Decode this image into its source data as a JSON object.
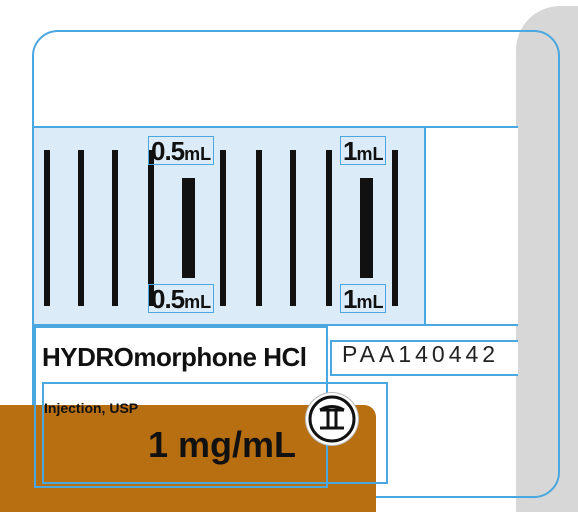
{
  "scale": {
    "left_top_label": {
      "value": "0.5",
      "unit": "mL"
    },
    "left_bottom_label": {
      "value": "0.5",
      "unit": "mL"
    },
    "right_top_label": {
      "value": "1",
      "unit": "mL"
    },
    "right_bottom_label": {
      "value": "1",
      "unit": "mL"
    }
  },
  "label": {
    "drug_name": "HYDROmorphone HCl",
    "dosage_form": "Injection, USP",
    "concentration": "1 mg/mL",
    "lot_code": "PAA140442",
    "schedule_symbol": "controlled-substance-schedule-II-icon"
  },
  "colors": {
    "accent_blue": "#4aa7df",
    "scale_fill": "#dcebf8",
    "concentration_panel": "#b86f12",
    "syringe_gray": "#d7d7d7"
  }
}
